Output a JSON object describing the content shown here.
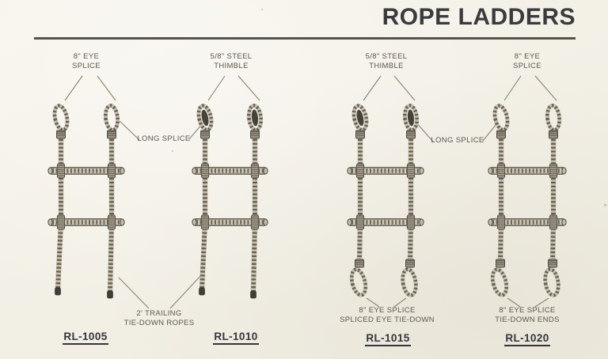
{
  "page": {
    "title": "ROPE LADDERS"
  },
  "colors": {
    "paper": "#f4f1e8",
    "ink": "#3b3a3e",
    "label_gray": "#5c564b",
    "rope_light": "#c6bfae",
    "rope_dark": "#645e52",
    "thimble_dark": "#474338"
  },
  "annotations": {
    "long_splice_left": "LONG SPLICE",
    "long_splice_right": "LONG SPLICE",
    "trailing_tie_down": {
      "line1": "2' TRAILING",
      "line2": "TIE-DOWN ROPES"
    }
  },
  "ladders": [
    {
      "model": "RL-1005",
      "top_label": {
        "line1": "8\" EYE",
        "line2": "SPLICE"
      },
      "top_end": "eye-splice",
      "bottom_end": "trailing-ropes"
    },
    {
      "model": "RL-1010",
      "top_label": {
        "line1": "5/8\" STEEL",
        "line2": "THIMBLE"
      },
      "top_end": "steel-thimble",
      "bottom_end": "trailing-ropes"
    },
    {
      "model": "RL-1015",
      "top_label": {
        "line1": "5/8\" STEEL",
        "line2": "THIMBLE"
      },
      "top_end": "steel-thimble",
      "bottom_label": {
        "line1": "8\" EYE SPLICE",
        "line2": "SPLICED EYE TIE-DOWN"
      },
      "bottom_end": "eye-splice-tie-down"
    },
    {
      "model": "RL-1020",
      "top_label": {
        "line1": "8\" EYE",
        "line2": "SPLICE"
      },
      "top_end": "eye-splice",
      "bottom_label": {
        "line1": "8\" EYE SPLICE",
        "line2": "TIE-DOWN ENDS"
      },
      "bottom_end": "eye-splice-tie-down"
    }
  ]
}
